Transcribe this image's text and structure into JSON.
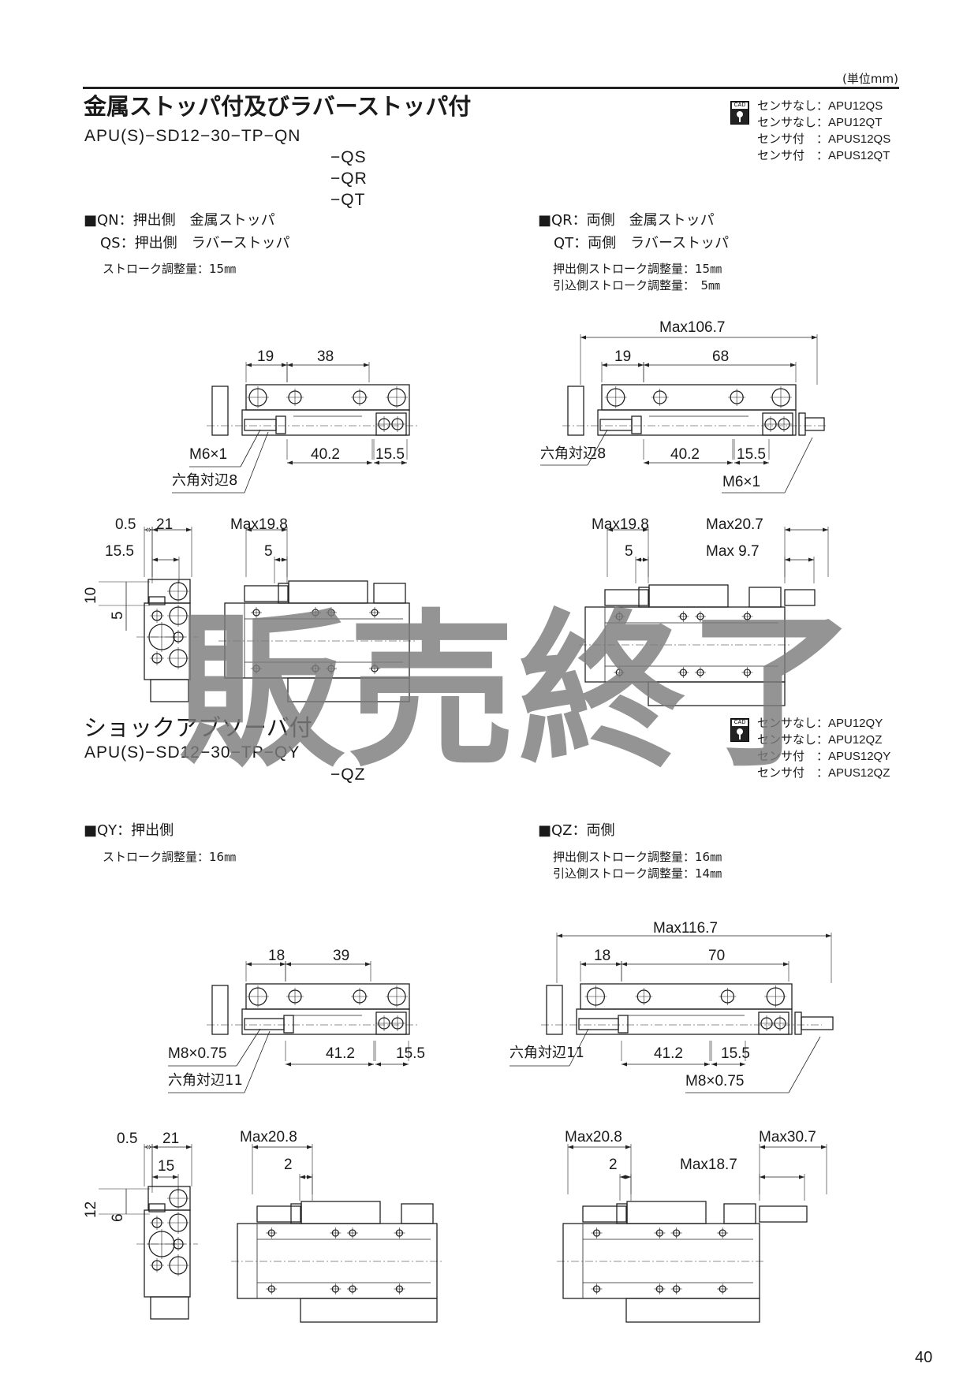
{
  "header": {
    "units": "(単位mm)"
  },
  "section1": {
    "title": "金属ストッパ付及びラバーストッパ付",
    "model": "APU(S)−SD12−30−TP−QN",
    "variants": [
      "−QS",
      "−QR",
      "−QT"
    ],
    "cad": [
      "センサなし：APU12QS",
      "センサなし：APU12QT",
      "センサ付　：APUS12QS",
      "センサ付　：APUS12QT"
    ],
    "cad_icon_label": "CAD",
    "left_options": [
      "■QN：押出側　金属ストッパ",
      "QS：押出側　ラバーストッパ"
    ],
    "left_note": "ストローク調整量：15㎜",
    "right_options": [
      "■QR：両側　金属ストッパ",
      "QT：両側　ラバーストッパ"
    ],
    "right_notes": [
      "押出側ストローク調整量：15㎜",
      "引込側ストローク調整量：　5㎜"
    ],
    "d1": {
      "a": "19",
      "b": "38",
      "thread": "M6×1",
      "hex": "六角対辺8",
      "c": "40.2",
      "d": "15.5"
    },
    "d2": {
      "max": "Max106.7",
      "a": "19",
      "b": "68",
      "hex": "六角対辺8",
      "c": "40.2",
      "d": "15.5",
      "thread": "M6×1"
    },
    "d3": {
      "a": "0.5",
      "b": "21",
      "c": "15.5",
      "h1": "10",
      "h2": "5"
    },
    "d4": {
      "max": "Max19.8",
      "a": "5"
    },
    "d5": {
      "max": "Max19.8",
      "a": "5",
      "max2": "Max20.7",
      "max3": "Max 9.7"
    }
  },
  "section2": {
    "title": "ショックアブソーバ付",
    "model": "APU(S)−SD12−30−TP−QY",
    "variants": [
      "−QZ"
    ],
    "cad": [
      "センサなし：APU12QY",
      "センサなし：APU12QZ",
      "センサ付　：APUS12QY",
      "センサ付　：APUS12QZ"
    ],
    "cad_icon_label": "CAD",
    "left_option": "■QY：押出側",
    "left_note": "ストローク調整量：16㎜",
    "right_option": "■QZ：両側",
    "right_notes": [
      "押出側ストローク調整量：16㎜",
      "引込側ストローク調整量：14㎜"
    ],
    "d7": {
      "a": "18",
      "b": "39",
      "thread": "M8×0.75",
      "hex": "六角対辺11",
      "c": "41.2",
      "d": "15.5"
    },
    "d8": {
      "max": "Max116.7",
      "a": "18",
      "b": "70",
      "hex": "六角対辺11",
      "c": "41.2",
      "d": "15.5",
      "thread": "M8×0.75"
    },
    "d9": {
      "a": "0.5",
      "b": "21",
      "c": "15",
      "h1": "12",
      "h2": "6"
    },
    "d10": {
      "max": "Max20.8",
      "a": "2"
    },
    "d11": {
      "max": "Max20.8",
      "a": "2",
      "max2": "Max30.7",
      "max3": "Max18.7"
    }
  },
  "watermark": "販売終了",
  "page_number": "40"
}
